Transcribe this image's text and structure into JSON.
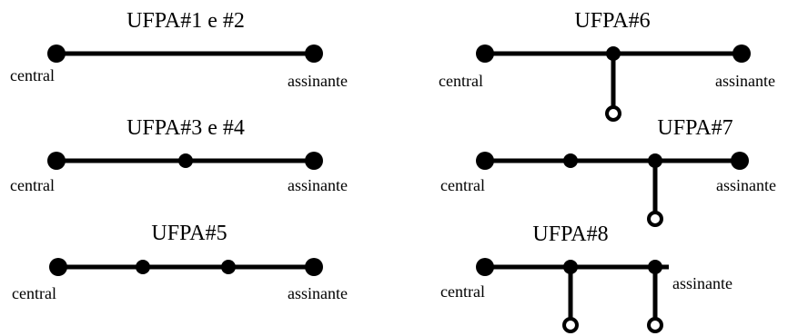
{
  "diagrams": [
    {
      "title": "UFPA#1 e #2",
      "left_label": "central",
      "right_label": "assinante"
    },
    {
      "title": "UFPA#3 e #4",
      "left_label": "central",
      "right_label": "assinante"
    },
    {
      "title": "UFPA#5",
      "left_label": "central",
      "right_label": "assinante"
    },
    {
      "title": "UFPA#6",
      "left_label": "central",
      "right_label": "assinante"
    },
    {
      "title": "UFPA#7",
      "left_label": "central",
      "right_label": "assinante"
    },
    {
      "title": "UFPA#8",
      "left_label": "central",
      "right_label": "assinante"
    }
  ]
}
